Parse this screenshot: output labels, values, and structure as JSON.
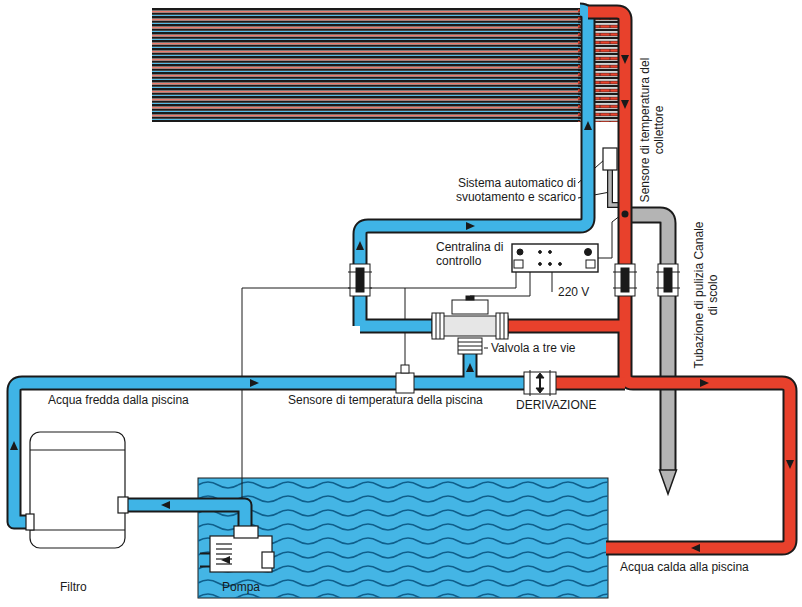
{
  "diagram": {
    "nodes": [
      {
        "text": [
          "Centralina di controllo"
        ]
      }
    ],
    "labels": [
      "Sistema automatico di svuotamento e scarico",
      "Sensore di temperatura del collettore",
      "220 V",
      "Valvola a tre vie",
      "Tubazione di pulizia Canale di scolo",
      "Acqua fredda dalla piscina",
      "Sensore di temperatura della piscina",
      "DERIVAZIONE",
      "Acqua calda alla piscina",
      "Filtro",
      "Pompa"
    ]
  }
}
